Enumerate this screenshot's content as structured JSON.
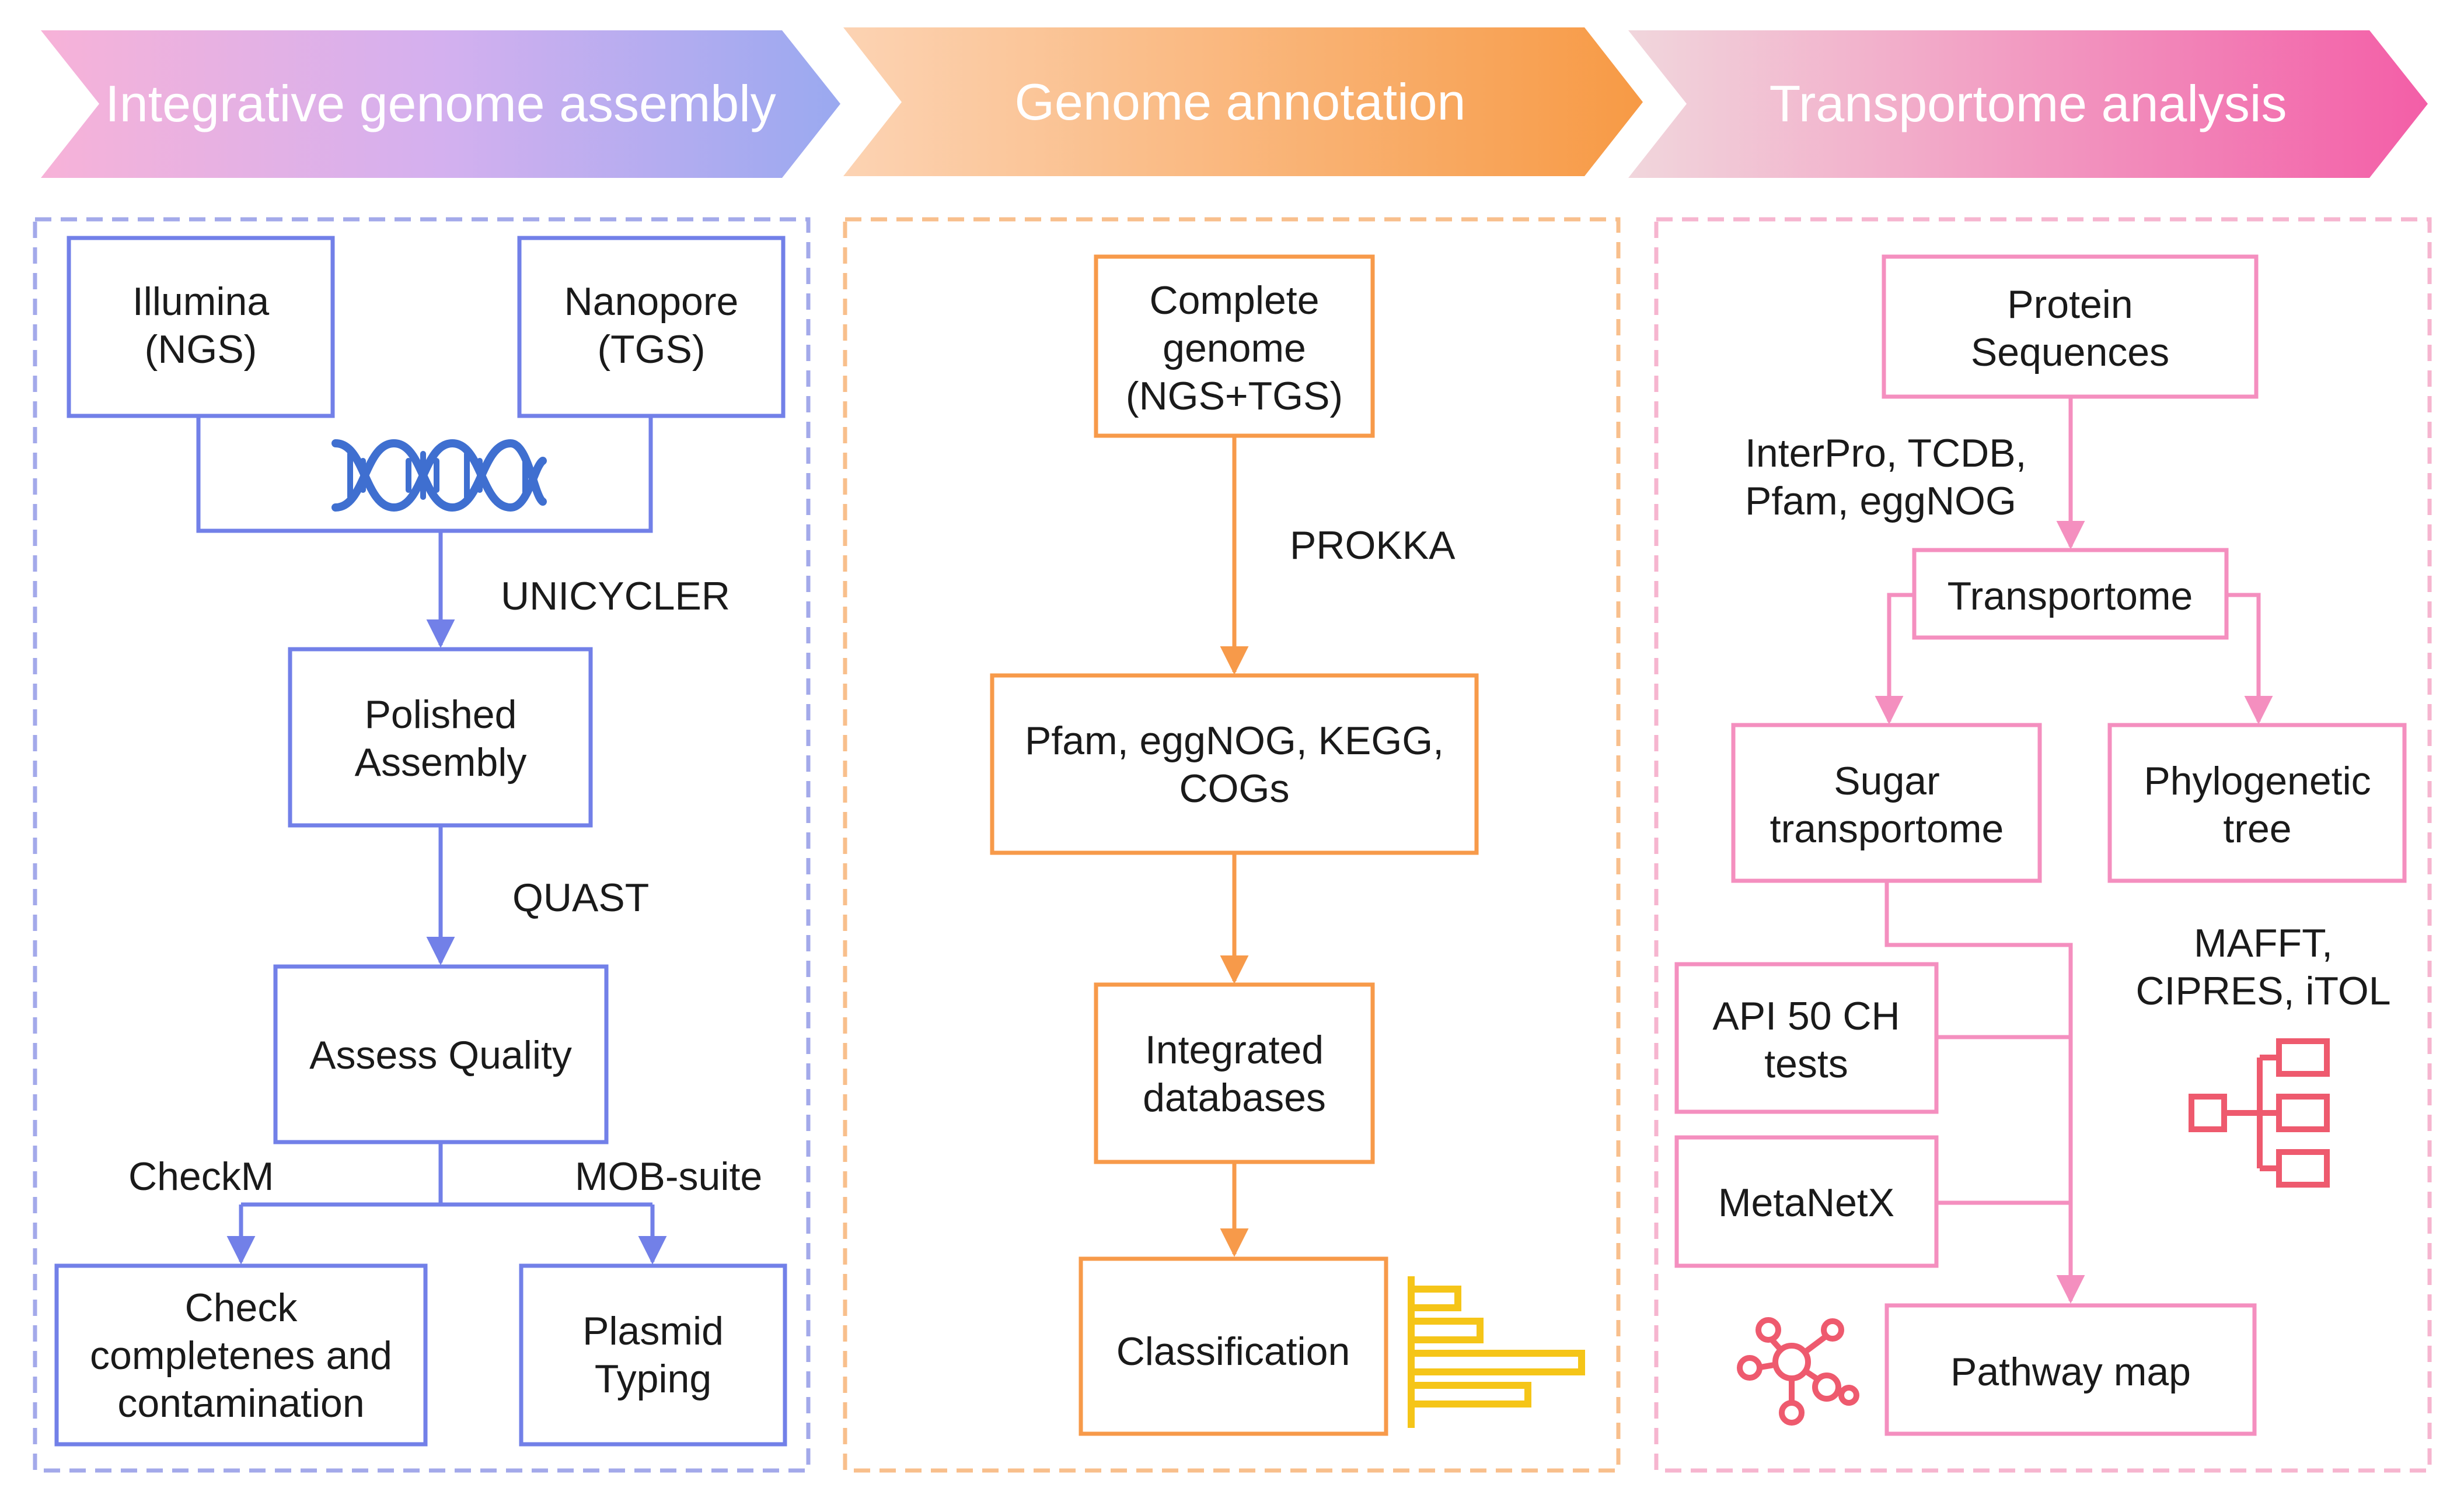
{
  "colors": {
    "blue": "#7280e8",
    "blue_dna": "#3f6fd0",
    "orange": "#f79a4a",
    "pink": "#f48fbf",
    "pink_icon": "#ee5a6e",
    "yellow_icon": "#f5c518"
  },
  "banners": [
    {
      "label": "Integrative genome assembly"
    },
    {
      "label": "Genome annotation"
    },
    {
      "label": "Transportome analysis"
    }
  ],
  "assembly": {
    "illumina": [
      "Illumina",
      "(NGS)"
    ],
    "nanopore": [
      "Nanopore",
      "(TGS)"
    ],
    "unicycler": "UNICYCLER",
    "polished": [
      "Polished",
      "Assembly"
    ],
    "quast": "QUAST",
    "assess": "Assess Quality",
    "checkm": "CheckM",
    "mobsuite": "MOB-suite",
    "check": [
      "Check",
      "completenes and",
      "contamination"
    ],
    "plasmid": [
      "Plasmid",
      "Typing"
    ]
  },
  "annotation": {
    "complete": [
      "Complete",
      "genome",
      "(NGS+TGS)"
    ],
    "prokka": "PROKKA",
    "dbs": [
      "Pfam, eggNOG, KEGG,",
      "COGs"
    ],
    "integrated": [
      "Integrated",
      "databases"
    ],
    "classification": "Classification"
  },
  "transport": {
    "protein": [
      "Protein",
      "Sequences"
    ],
    "tools": [
      "InterPro, TCDB,",
      "Pfam, eggNOG"
    ],
    "transportome": "Transportome",
    "sugar": [
      "Sugar",
      "transportome"
    ],
    "phylo": [
      "Phylogenetic",
      "tree"
    ],
    "mafft": [
      "MAFFT,",
      "CIPRES, iTOL"
    ],
    "api": [
      "API 50 CH",
      "tests"
    ],
    "metanetx": "MetaNetX",
    "pathway": "Pathway map"
  }
}
